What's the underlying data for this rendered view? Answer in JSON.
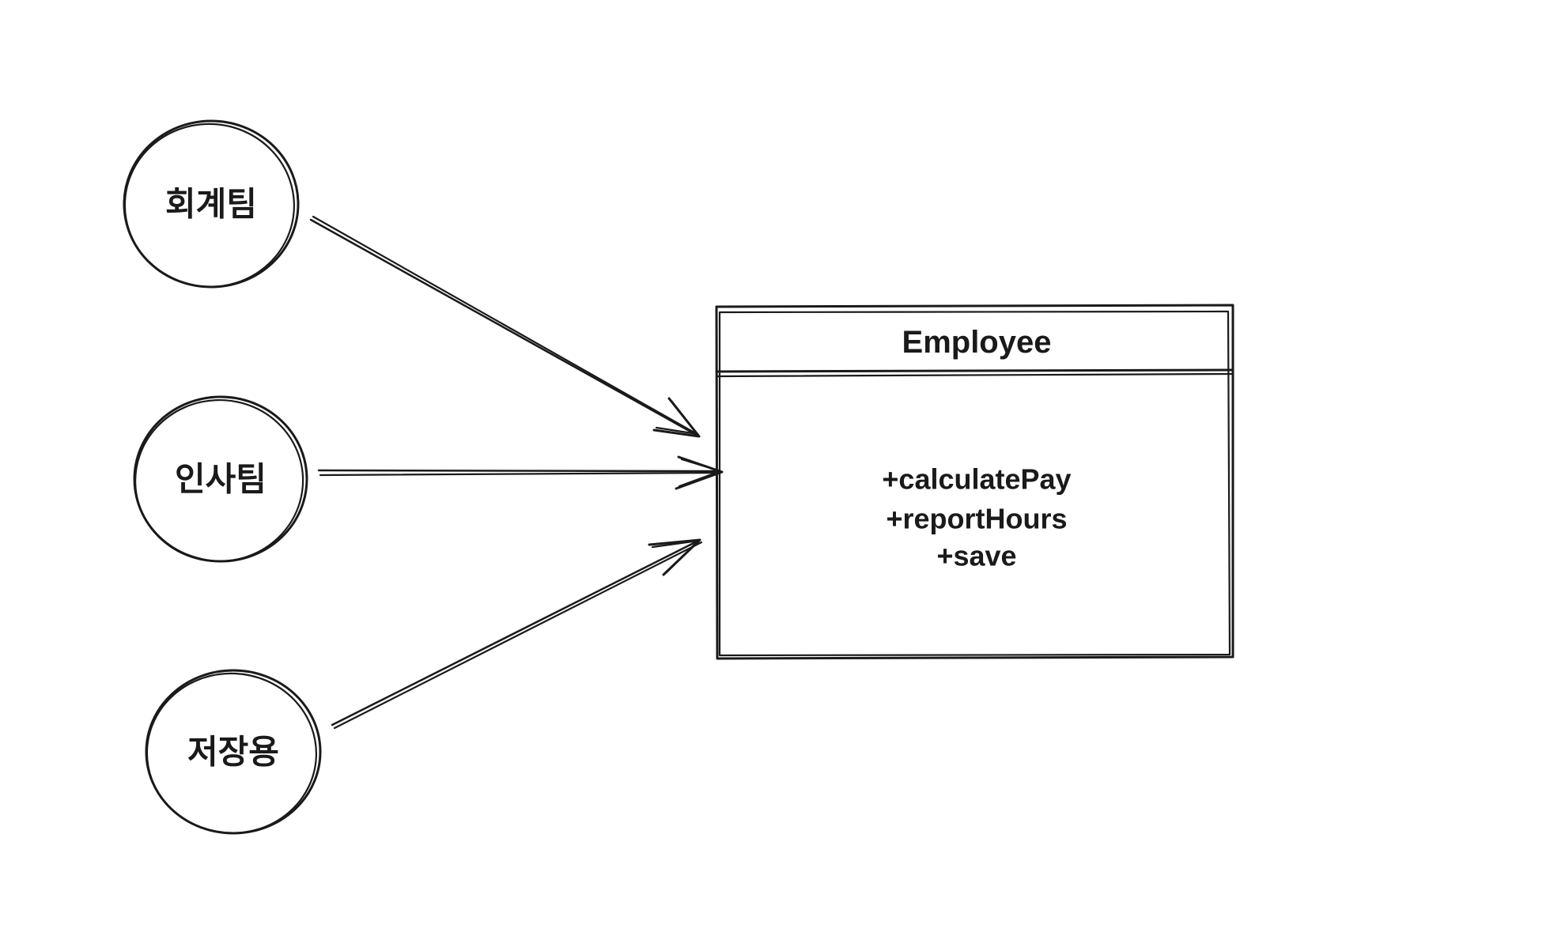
{
  "colors": {
    "background": "#ffffff",
    "stroke": "#1a1a1a"
  },
  "diagram": {
    "actors": [
      {
        "id": "accounting-team",
        "label": "회계팀"
      },
      {
        "id": "hr-team",
        "label": "인사팀"
      },
      {
        "id": "storage",
        "label": "저장용"
      }
    ],
    "class_box": {
      "title": "Employee",
      "methods": [
        "+calculatePay",
        "+reportHours",
        "+save"
      ]
    },
    "connections": [
      {
        "from": "accounting-team",
        "to": "Employee",
        "style": "arrow"
      },
      {
        "from": "hr-team",
        "to": "Employee",
        "style": "arrow"
      },
      {
        "from": "storage",
        "to": "Employee",
        "style": "arrow"
      }
    ]
  }
}
